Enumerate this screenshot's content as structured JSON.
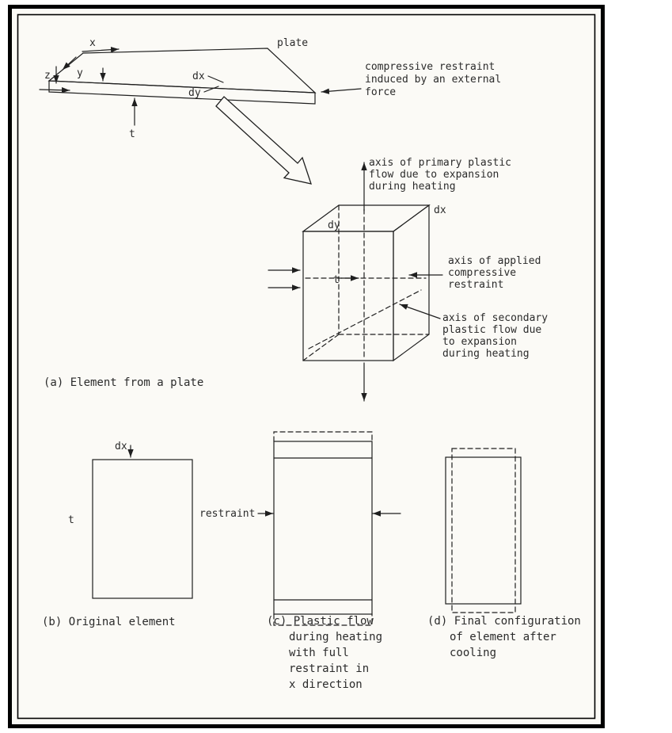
{
  "style": {
    "page_background": "#ffffff",
    "panel_background": "#fbfaf6",
    "frame_color": "#000000",
    "line_color": "#1f1f1f",
    "text_color": "#2b2b2b"
  },
  "panel_a": {
    "caption": "(a) Element from a plate",
    "plate_label": "plate",
    "axis_x": "x",
    "axis_y": "y",
    "axis_z": "z",
    "plate_thickness": "t",
    "plate_dx": "dx",
    "plate_dy": "dy",
    "external_restraint_note": [
      "compressive restraint",
      "induced by an external",
      "force"
    ],
    "primary_flow_note": [
      "axis of primary plastic",
      "flow due to expansion",
      "during heating"
    ],
    "applied_restraint_note": [
      "axis of applied",
      "compressive",
      "restraint"
    ],
    "secondary_flow_note": [
      "axis of secondary",
      "plastic flow due",
      "to expansion",
      "during heating"
    ],
    "element_dx": "dx",
    "element_dy": "dy",
    "element_thickness": "t"
  },
  "panel_b": {
    "caption": "(b) Original element",
    "dim_dx": "dx",
    "dim_t": "t"
  },
  "panel_c": {
    "restraint_label": "restraint",
    "caption_lines": [
      "(c) Plastic flow",
      "during heating",
      "with full",
      "restraint in",
      "x direction"
    ]
  },
  "panel_d": {
    "caption_lines": [
      "(d) Final configuration",
      "of element after",
      "cooling"
    ]
  }
}
